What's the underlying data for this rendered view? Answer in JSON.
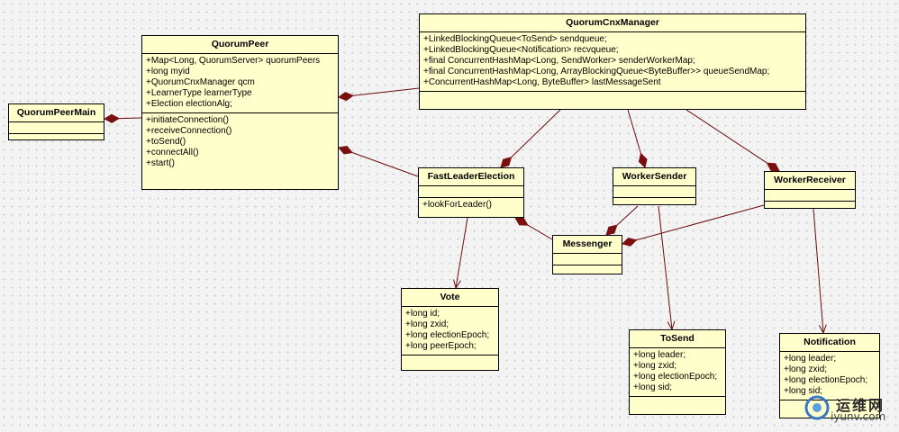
{
  "classes": {
    "quorumpeermain": {
      "name": "QuorumPeerMain",
      "attributes": [],
      "operations": []
    },
    "quorumpeer": {
      "name": "QuorumPeer",
      "attributes": [
        "+Map<Long, QuorumServer> quorumPeers",
        "+long myid",
        "+QuorumCnxManager qcm",
        "+LearnerType learnerType",
        "+Election electionAlg;"
      ],
      "operations": [
        "+initiateConnection()",
        "+receiveConnection()",
        "+toSend()",
        "+connectAll()",
        "+start()"
      ]
    },
    "quorumcnxmanager": {
      "name": "QuorumCnxManager",
      "attributes": [
        "+LinkedBlockingQueue<ToSend> sendqueue;",
        "+LinkedBlockingQueue<Notification> recvqueue;",
        "+final ConcurrentHashMap<Long, SendWorker> senderWorkerMap;",
        "+final ConcurrentHashMap<Long, ArrayBlockingQueue<ByteBuffer>> queueSendMap;",
        "+ConcurrentHashMap<Long, ByteBuffer> lastMessageSent"
      ],
      "operations": []
    },
    "fastleaderelection": {
      "name": "FastLeaderElection",
      "attributes": [],
      "operations": [
        "+lookForLeader()"
      ]
    },
    "workersender": {
      "name": "WorkerSender",
      "attributes": [],
      "operations": []
    },
    "workerreceiver": {
      "name": "WorkerReceiver",
      "attributes": [],
      "operations": []
    },
    "messenger": {
      "name": "Messenger",
      "attributes": [],
      "operations": []
    },
    "vote": {
      "name": "Vote",
      "attributes": [
        "+long id;",
        "+long zxid;",
        "+long electionEpoch;",
        "+long peerEpoch;"
      ],
      "operations": []
    },
    "tosend": {
      "name": "ToSend",
      "attributes": [
        "+long leader;",
        "+long zxid;",
        "+long electionEpoch;",
        "+long sid;"
      ],
      "operations": []
    },
    "notification": {
      "name": "Notification",
      "attributes": [
        "+long leader;",
        "+long zxid;",
        "+long electionEpoch;",
        "+long sid;"
      ],
      "operations": []
    }
  },
  "watermark": {
    "cn": "运维网",
    "en": "iyunv.com"
  },
  "colors": {
    "class_fill": "#ffffcc",
    "edge": "#6b0c0c",
    "diamond": "#7a1010"
  }
}
